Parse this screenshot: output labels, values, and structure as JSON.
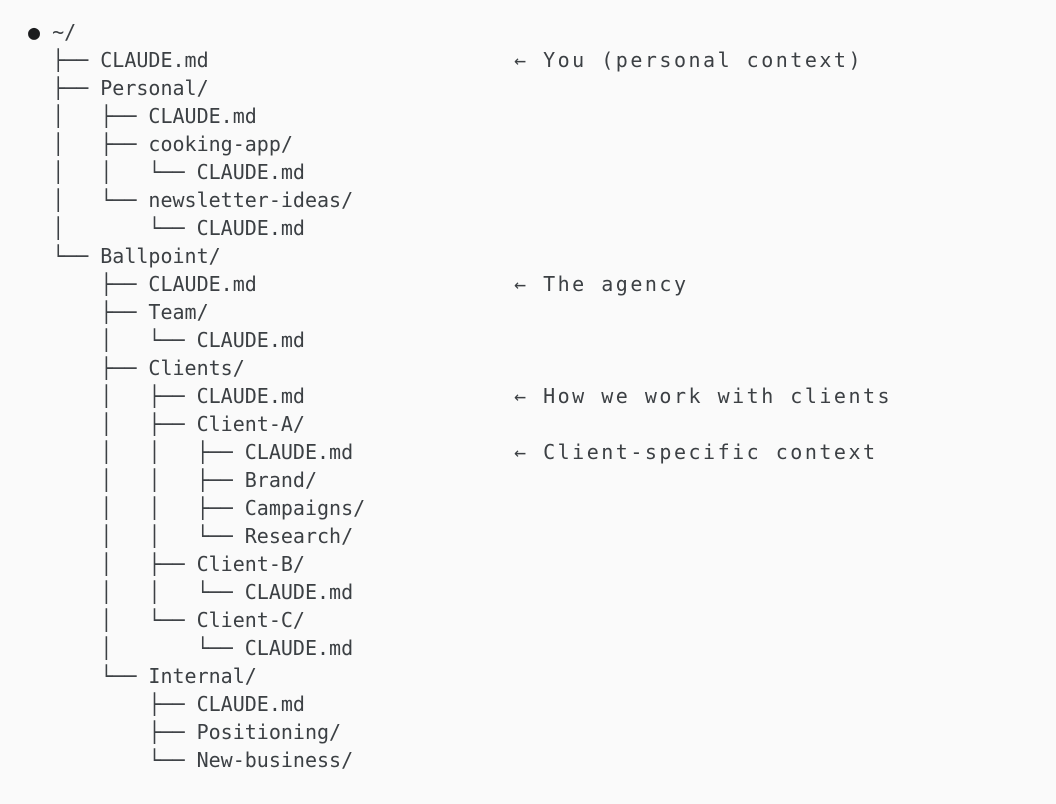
{
  "colors": {
    "background": "#fafafa",
    "text": "#3c4044",
    "bullet": "#1b1c1e"
  },
  "tree": {
    "root": {
      "bullet_icon": "●",
      "label": "~/"
    },
    "rows": [
      {
        "text": "  ├── CLAUDE.md",
        "note": "← You (personal context)"
      },
      {
        "text": "  ├── Personal/"
      },
      {
        "text": "  │   ├── CLAUDE.md"
      },
      {
        "text": "  │   ├── cooking-app/"
      },
      {
        "text": "  │   │   └── CLAUDE.md"
      },
      {
        "text": "  │   └── newsletter-ideas/"
      },
      {
        "text": "  │       └── CLAUDE.md"
      },
      {
        "text": "  └── Ballpoint/"
      },
      {
        "text": "      ├── CLAUDE.md",
        "note": "← The agency"
      },
      {
        "text": "      ├── Team/"
      },
      {
        "text": "      │   └── CLAUDE.md"
      },
      {
        "text": "      ├── Clients/"
      },
      {
        "text": "      │   ├── CLAUDE.md",
        "note": "← How we work with clients"
      },
      {
        "text": "      │   ├── Client-A/"
      },
      {
        "text": "      │   │   ├── CLAUDE.md",
        "note": "← Client-specific context"
      },
      {
        "text": "      │   │   ├── Brand/"
      },
      {
        "text": "      │   │   ├── Campaigns/"
      },
      {
        "text": "      │   │   └── Research/"
      },
      {
        "text": "      │   ├── Client-B/"
      },
      {
        "text": "      │   │   └── CLAUDE.md"
      },
      {
        "text": "      │   └── Client-C/"
      },
      {
        "text": "      │       └── CLAUDE.md"
      },
      {
        "text": "      └── Internal/"
      },
      {
        "text": "          ├── CLAUDE.md"
      },
      {
        "text": "          ├── Positioning/"
      },
      {
        "text": "          └── New-business/"
      }
    ]
  }
}
